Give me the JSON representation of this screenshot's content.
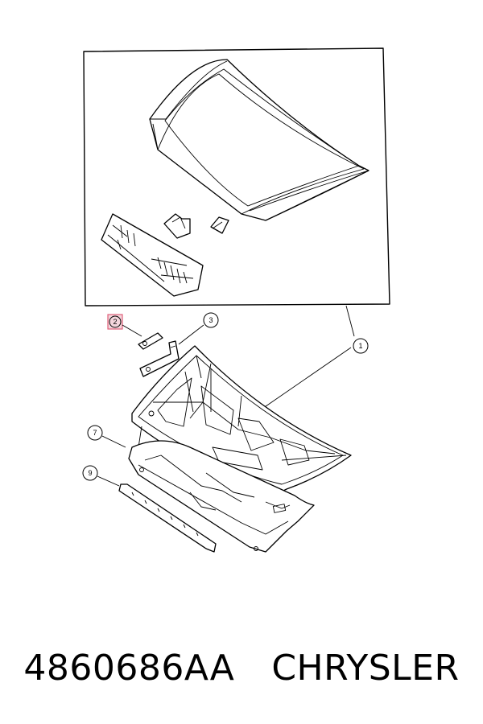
{
  "callouts": {
    "c1": "1",
    "c2": "2",
    "c3": "3",
    "c7": "7",
    "c9": "9"
  },
  "caption": {
    "part_number": "4860686AA",
    "brand": "CHRYSLER"
  },
  "colors": {
    "line": "#000000",
    "highlight": "#e0607a",
    "highlight_fill": "#f3d6dc",
    "background": "#ffffff"
  }
}
